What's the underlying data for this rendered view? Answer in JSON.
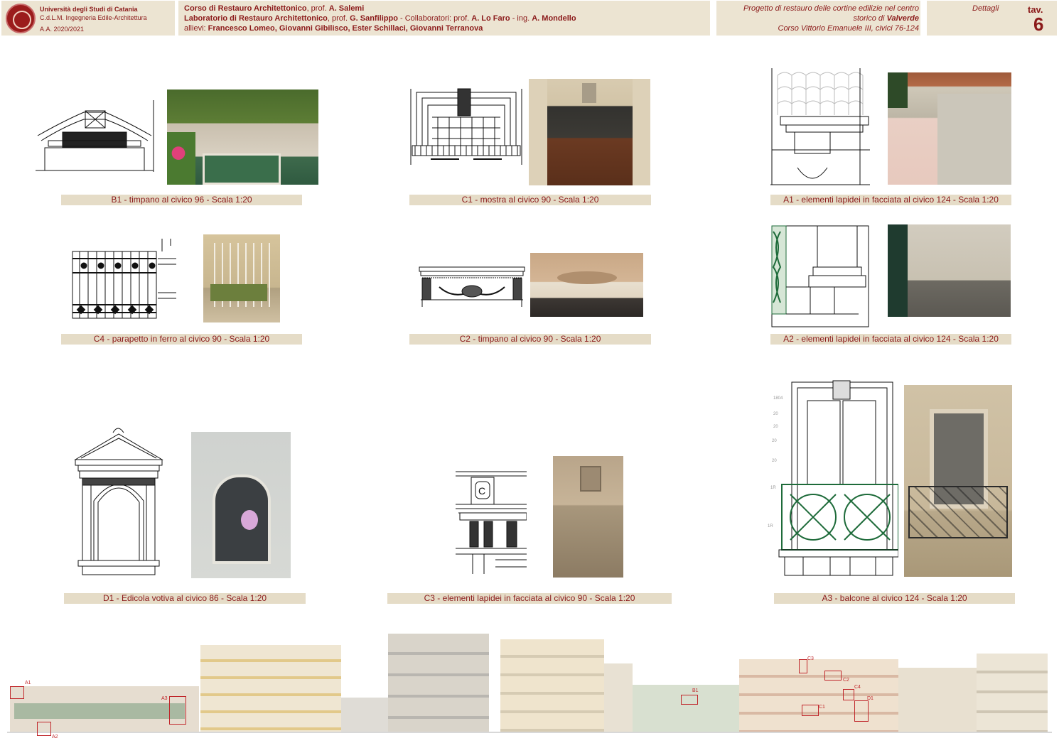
{
  "header": {
    "university": "Università degli Studi di Catania",
    "course_degree": "C.d.L.M. Ingegneria Edile-Architettura",
    "academic_year": "A.A. 2020/2021",
    "line1_course": "Corso di Restauro Architettonico",
    "line1_prof": ", prof. ",
    "line1_name": "A. Salemi",
    "line2_lab": "Laboratorio di Restauro Architettonico",
    "line2_prof": ", prof. ",
    "line2_name": "G. Sanfilippo",
    "line2_collab": " - Collaboratori: prof. ",
    "line2_collab1": "A. Lo Faro",
    "line2_eng": " - ing. ",
    "line2_collab2": "A. Mondello",
    "line3_label": "allievi:  ",
    "line3_students": "Francesco Lomeo, Giovanni Gibilisco, Ester Schillaci, Giovanni Terranova",
    "project_line1": "Progetto di restauro delle cortine edilizie nel centro",
    "project_line2_pre": "storico di ",
    "project_line2_town": "Valverde",
    "project_line3": "Corso Vittorio Emanuele III, civici 76-124",
    "section_label": "Dettagli",
    "tav_label": "tav.",
    "tav_number": "6"
  },
  "captions": {
    "b1": "B1 - timpano al civico 96 -  Scala 1:20",
    "c1": "C1 - mostra al civico 90 -  Scala 1:20",
    "a1": "A1 - elementi lapidei in facciata al civico 124 -  Scala 1:20",
    "c4": "C4 - parapetto in ferro al civico 90 -  Scala 1:20",
    "c2": "C2 - timpano al civico 90 -  Scala 1:20",
    "a2": "A2 - elementi lapidei in facciata al civico 124 -  Scala 1:20",
    "d1": "D1 - Edicola votiva al civico 86 -  Scala 1:20",
    "c3": "C3 - elementi lapidei in facciata al civico 90 -  Scala 1:20",
    "a3": "A3 - balcone al civico 124 -  Scala 1:20"
  },
  "markers": [
    "A1",
    "A2",
    "A3",
    "B1",
    "C3",
    "C2",
    "C4",
    "C1",
    "D1"
  ],
  "colors": {
    "header_bg": "#ece4d2",
    "caption_bg": "#e5dcc7",
    "accent_red": "#8b1a1a",
    "marker_red": "#c0262a",
    "railing_green": "#1e6b3a"
  }
}
